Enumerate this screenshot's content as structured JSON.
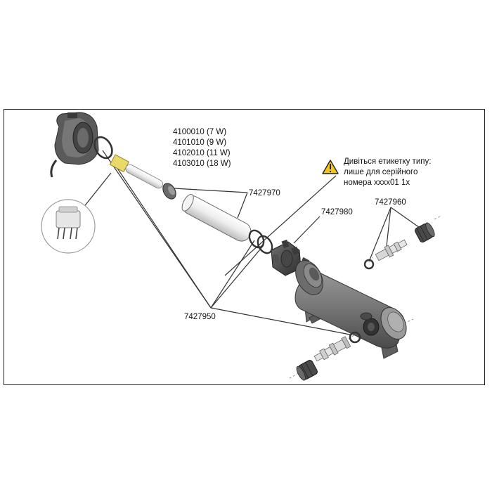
{
  "lamp_part_numbers": [
    "4100010 (7 W)",
    "4101010 (9 W)",
    "4102010 (11 W)",
    "4103010 (18 W)"
  ],
  "warning_note": {
    "icon": "warning-triangle-icon",
    "lines": [
      "Дивіться етикетку типу:",
      "лише для серійного",
      "номера xxxx01 1x"
    ]
  },
  "part_labels": {
    "quartz_tube_set": "7427970",
    "bayonet_cap": "7427980",
    "hose_connector_set": "7427960",
    "seal_set": "7427950"
  },
  "colors": {
    "frame": "#222222",
    "line": "#333333",
    "part_dark": "#555555",
    "part_mid": "#8a8a8a",
    "part_light": "#d4d4d4",
    "lamp_base": "#e8d96a",
    "warning_fill": "#f5c518"
  }
}
